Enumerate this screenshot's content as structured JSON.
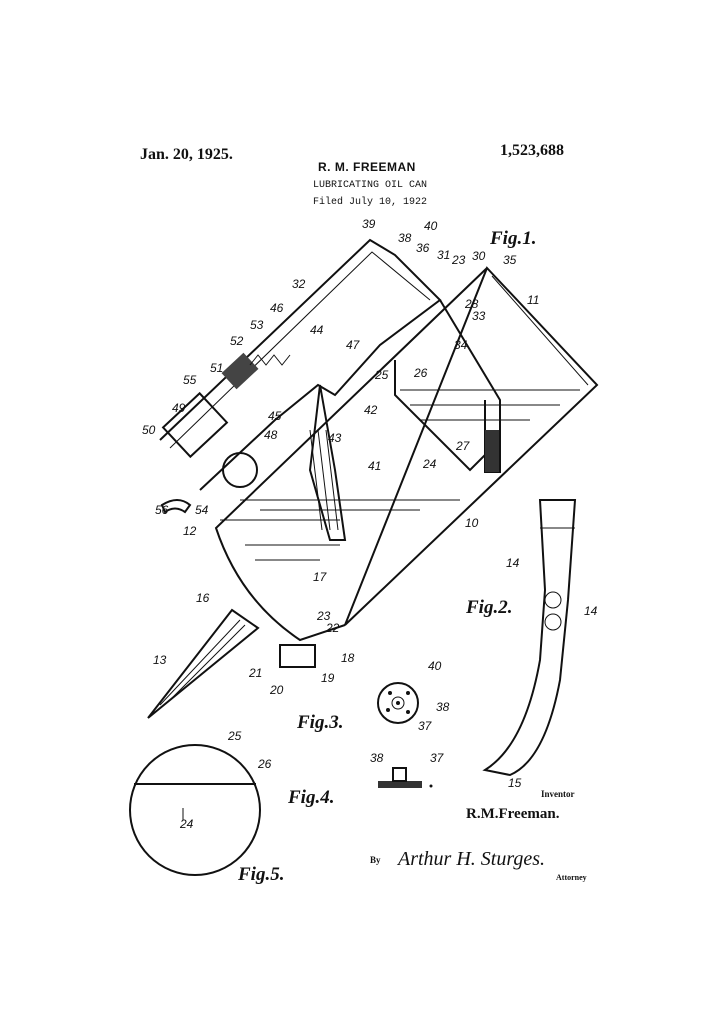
{
  "header": {
    "date": "Jan. 20, 1925.",
    "patent_number": "1,523,688",
    "inventor": "R. M. FREEMAN",
    "title": "LUBRICATING OIL CAN",
    "filed": "Filed July 10, 1922"
  },
  "figures": {
    "fig1": {
      "caption": "Fig.1.",
      "labels": [
        "39",
        "40",
        "38",
        "36",
        "31",
        "23",
        "30",
        "35",
        "32",
        "11",
        "28",
        "33",
        "46",
        "53",
        "44",
        "47",
        "52",
        "34",
        "25",
        "26",
        "51",
        "55",
        "45",
        "42",
        "49",
        "50",
        "48",
        "43",
        "27",
        "24",
        "41",
        "56",
        "54",
        "10",
        "12",
        "17",
        "16",
        "23",
        "22",
        "18",
        "21",
        "19",
        "20",
        "13"
      ]
    },
    "fig2": {
      "caption": "Fig.2.",
      "labels": [
        "14",
        "14",
        "15"
      ]
    },
    "fig3": {
      "caption": "Fig.3.",
      "labels": [
        "40",
        "38",
        "37"
      ]
    },
    "fig4": {
      "caption": "Fig.4.",
      "labels": [
        "38",
        "37"
      ]
    },
    "fig5": {
      "caption": "Fig.5.",
      "labels": [
        "25",
        "26",
        "24"
      ]
    }
  },
  "signatures": {
    "inventor_caption": "Inventor",
    "inventor_name": "R.M.Freeman.",
    "by": "By",
    "attorney_name": "Arthur H. Sturges.",
    "attorney_caption": "Attorney"
  }
}
